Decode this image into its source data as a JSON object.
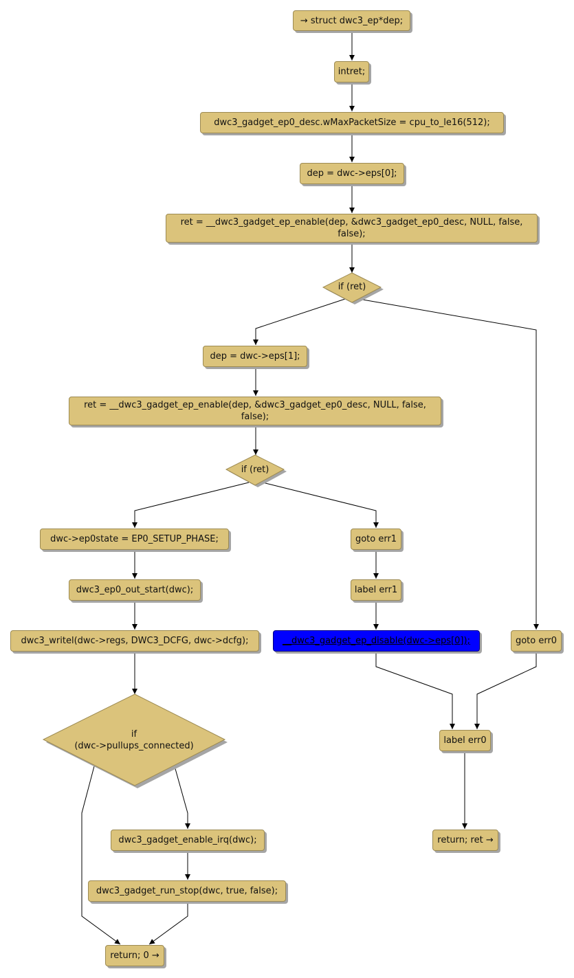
{
  "nodes": {
    "start": "→ struct dwc3_ep*dep;",
    "intret": "intret;",
    "wmax": "dwc3_gadget_ep0_desc.wMaxPacketSize = cpu_to_le16(512);",
    "dep0": "dep = dwc->eps[0];",
    "enable0": "ret = __dwc3_gadget_ep_enable(dep, &dwc3_gadget_ep0_desc, NULL, false, false);",
    "if_ret1": "if (ret)",
    "dep1": "dep = dwc->eps[1];",
    "enable1": "ret = __dwc3_gadget_ep_enable(dep, &dwc3_gadget_ep0_desc, NULL, false, false);",
    "if_ret2": "if (ret)",
    "ep0state": "dwc->ep0state = EP0_SETUP_PHASE;",
    "goto_err1": "goto err1",
    "out_start": "dwc3_ep0_out_start(dwc);",
    "label_err1": "label err1",
    "writel": "dwc3_writel(dwc->regs, DWC3_DCFG, dwc->dcfg);",
    "disable": "__dwc3_gadget_ep_disable(dwc->eps[0]);",
    "goto_err0": "goto err0",
    "if_pullups": "if\n(dwc->pullups_connected)",
    "label_err0": "label err0",
    "enable_irq": "dwc3_gadget_enable_irq(dwc);",
    "return_ret": "return; ret →",
    "run_stop": "dwc3_gadget_run_stop(dwc, true, false);",
    "return_0": "return; 0 →"
  },
  "colors": {
    "node_fill": "#dbc37b",
    "node_border": "#9c8a52",
    "highlight_fill": "#0000ff",
    "edge": "#000000",
    "shadow": "#a5a5a5"
  }
}
